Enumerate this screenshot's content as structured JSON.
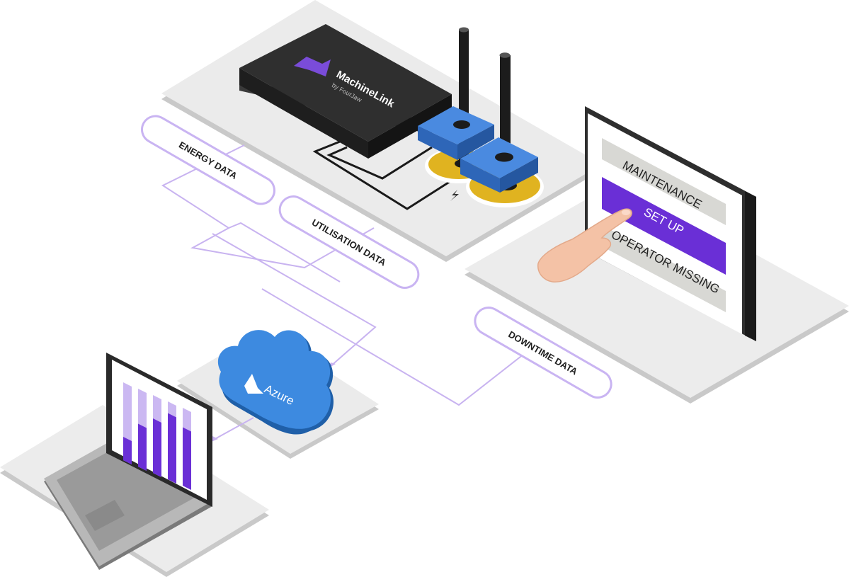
{
  "device": {
    "brand_name": "MachineLink",
    "brand_sub": "by FourJaw"
  },
  "data_labels": {
    "energy": "ENERGY DATA",
    "utilisation": "UTILISATION DATA",
    "downtime": "DOWNTIME DATA"
  },
  "terminal": {
    "options": [
      "MAINTENANCE",
      "SET UP",
      "OPERATOR MISSING"
    ],
    "selected": "SET UP"
  },
  "cloud": {
    "label": "Azure"
  },
  "laptop_chart": {
    "bar_fill_levels": [
      0.3,
      0.55,
      0.7,
      0.85,
      0.75
    ]
  },
  "colors": {
    "accent_purple": "#6a2fd6",
    "label_border": "#c9b4f2",
    "connector": "#c8b3f0",
    "platform": "#ebebeb",
    "clamp_blue": "#3a78d0",
    "ring_yellow": "#e0b320",
    "azure_blue": "#2f6fbf",
    "device_black": "#2b2b2b"
  }
}
